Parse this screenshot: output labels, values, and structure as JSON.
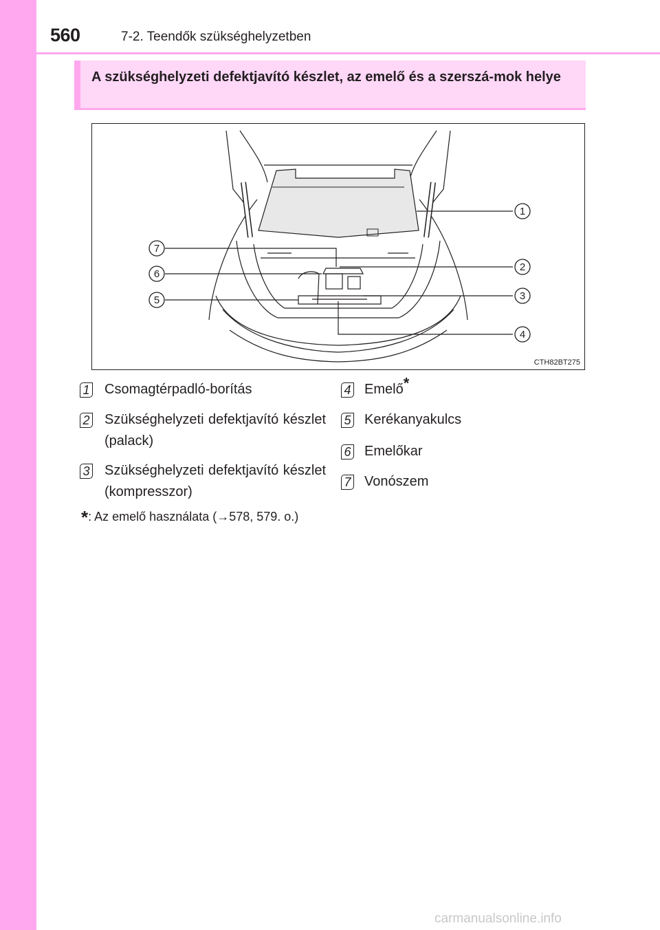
{
  "page": {
    "number": "560",
    "section_title": "7-2. Teendők szükséghelyzetben"
  },
  "box_header": {
    "title": "A szükséghelyzeti defektjavító készlet, az emelő és a szerszá-mok helye"
  },
  "figure": {
    "code": "CTH82BT275",
    "callouts": [
      "1",
      "2",
      "3",
      "4",
      "5",
      "6",
      "7"
    ]
  },
  "legend": {
    "left": [
      {
        "num": "1",
        "label": "Csomagtérpadló-borítás"
      },
      {
        "num": "2",
        "label": "Szükséghelyzeti defektjavító készlet (palack)"
      },
      {
        "num": "3",
        "label": "Szükséghelyzeti defektjavító készlet (kompresszor)"
      }
    ],
    "right": [
      {
        "num": "4",
        "label": "Emelő",
        "mark": "*"
      },
      {
        "num": "5",
        "label": "Kerékanyakulcs"
      },
      {
        "num": "6",
        "label": "Emelőkar"
      },
      {
        "num": "7",
        "label": "Vonószem"
      }
    ]
  },
  "footnote": {
    "mark": "*",
    "text": ": Az emelő használata (→578, 579. o.)"
  },
  "watermark": "carmanualsonline.info",
  "colors": {
    "accent": "#ffa8ef",
    "header_fill": "#ffd7f7",
    "text": "#231f20"
  }
}
